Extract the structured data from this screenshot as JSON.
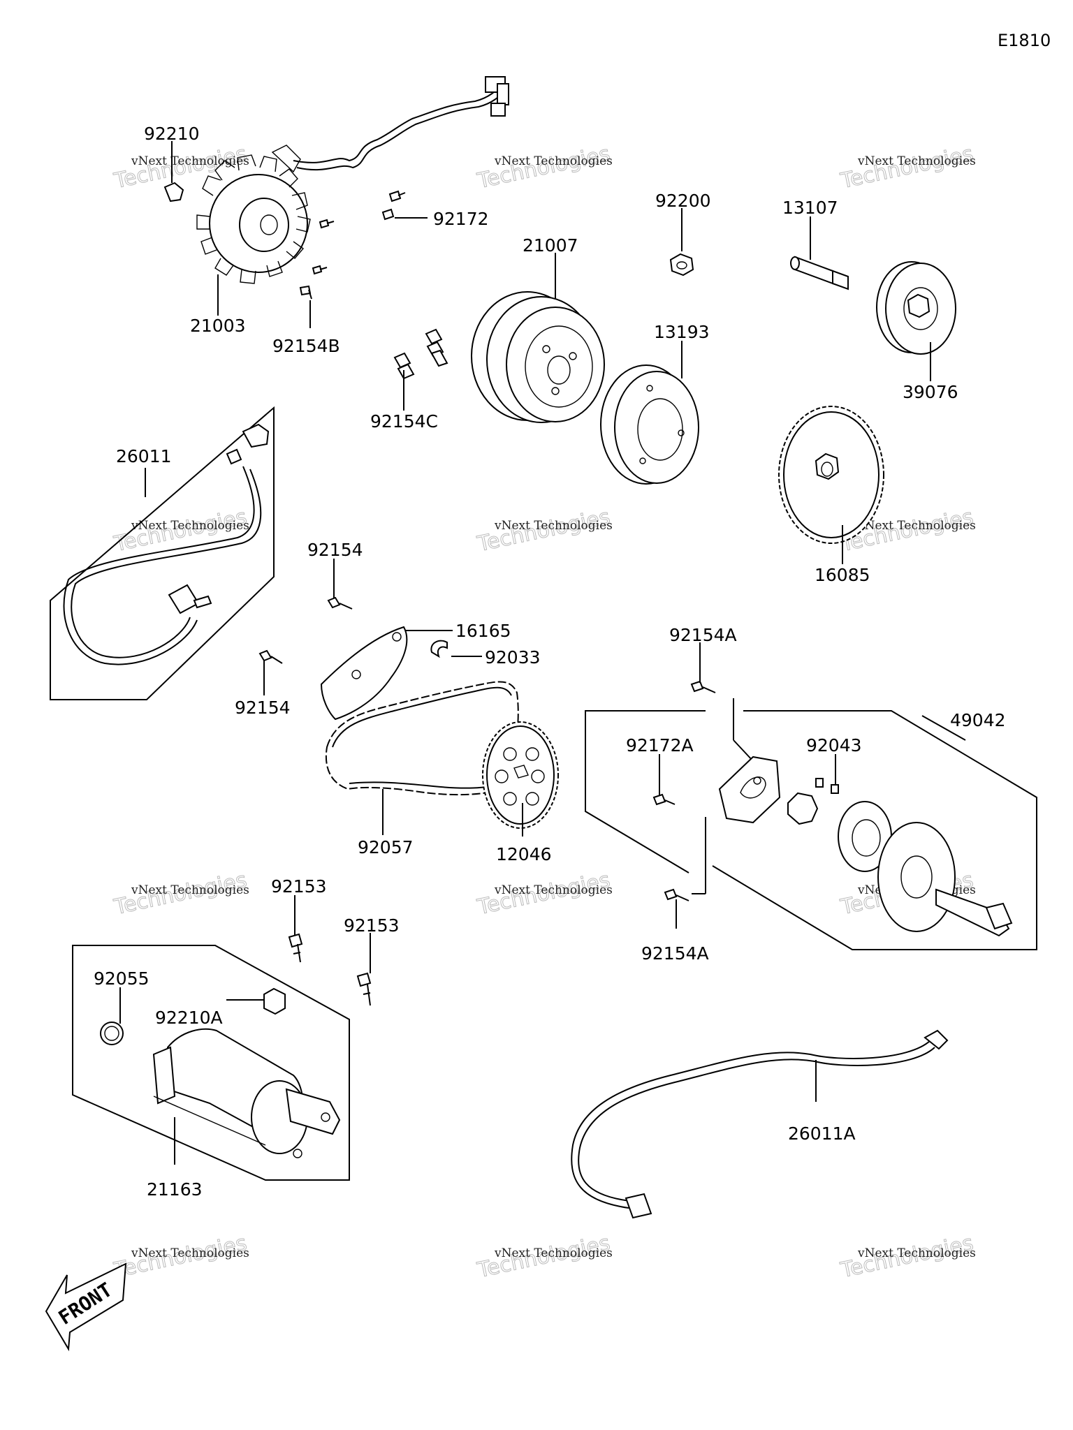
{
  "diagram_code": "E1810",
  "front_label": "FRONT",
  "watermark": {
    "line1": "vNext Technologies",
    "line2": "vNext",
    "line3": "Technologies"
  },
  "parts": [
    {
      "number": "92210"
    },
    {
      "number": "92172"
    },
    {
      "number": "21003"
    },
    {
      "number": "92154B"
    },
    {
      "number": "92154C"
    },
    {
      "number": "21007"
    },
    {
      "number": "92200"
    },
    {
      "number": "13107"
    },
    {
      "number": "13193"
    },
    {
      "number": "39076"
    },
    {
      "number": "26011"
    },
    {
      "number": "16085"
    },
    {
      "number": "92154"
    },
    {
      "number": "16165"
    },
    {
      "number": "92033"
    },
    {
      "number": "92154"
    },
    {
      "number": "92154A"
    },
    {
      "number": "49042"
    },
    {
      "number": "92172A"
    },
    {
      "number": "92043"
    },
    {
      "number": "92057"
    },
    {
      "number": "12046"
    },
    {
      "number": "92153"
    },
    {
      "number": "92153"
    },
    {
      "number": "92154A"
    },
    {
      "number": "92055"
    },
    {
      "number": "92210A"
    },
    {
      "number": "26011A"
    },
    {
      "number": "21163"
    }
  ]
}
